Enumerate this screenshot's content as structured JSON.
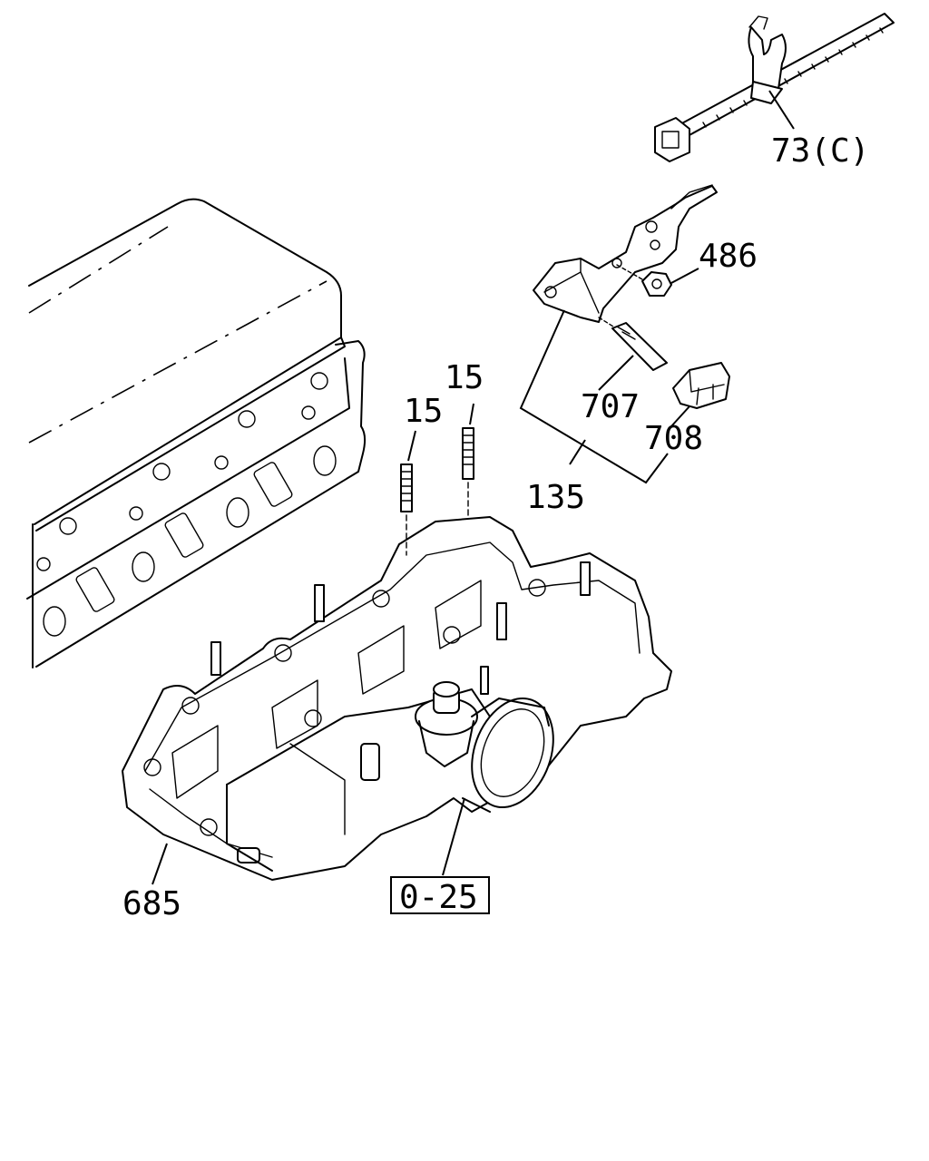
{
  "diagram": {
    "callouts": {
      "c73": "73(C)",
      "c486": "486",
      "c707": "707",
      "c708": "708",
      "c135": "135",
      "c15a": "15",
      "c15b": "15",
      "c685": "685",
      "ref": "0-25"
    }
  }
}
